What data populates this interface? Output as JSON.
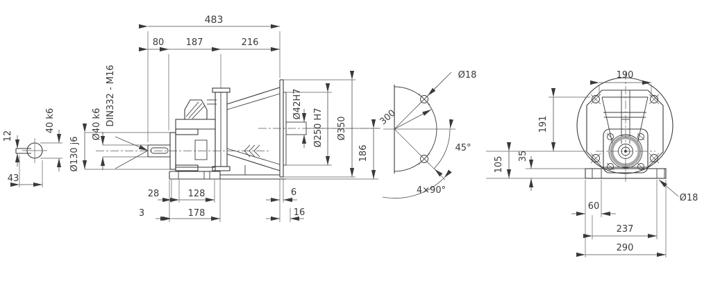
{
  "drawing": {
    "background": "#ffffff",
    "line_color": "#3a3a3a",
    "side_view": {
      "dim_overall_length": "483",
      "dim_shaft_length": "80",
      "dim_housing_length": "187",
      "dim_adapter_length": "216",
      "label_center_hole": "DIN332 - M16",
      "dim_shaft_diameter": "Ø40 k6",
      "dim_collar_diameter": "Ø130 j6",
      "dim_bore_diameter": "Ø42H7",
      "dim_spigot_diameter": "Ø250 H7",
      "dim_flange_diameter": "Ø350",
      "dim_axis_height": "186",
      "dim_foot_setback": "28",
      "dim_foot_hole_span": "128",
      "dim_foot_front": "3",
      "dim_foot_length": "178",
      "dim_spigot_depth": "6",
      "dim_flange_thickness": "16"
    },
    "shaft_section": {
      "dim_key_width": "12",
      "dim_shaft_diameter": "40 k6",
      "dim_key_height": "43"
    },
    "bolt_circle": {
      "dim_hole_diameter": "Ø18",
      "dim_pitch_circle": "300",
      "dim_angle": "45°",
      "dim_pattern": "4×90°"
    },
    "rear_view": {
      "dim_flange_width": "190",
      "dim_axis_to_hole": "191",
      "dim_axis_height": "105",
      "dim_base_thickness": "35",
      "dim_hole_to_edge": "60",
      "dim_hole_span": "237",
      "dim_base_width": "290",
      "dim_foot_hole_diameter": "Ø18"
    }
  }
}
